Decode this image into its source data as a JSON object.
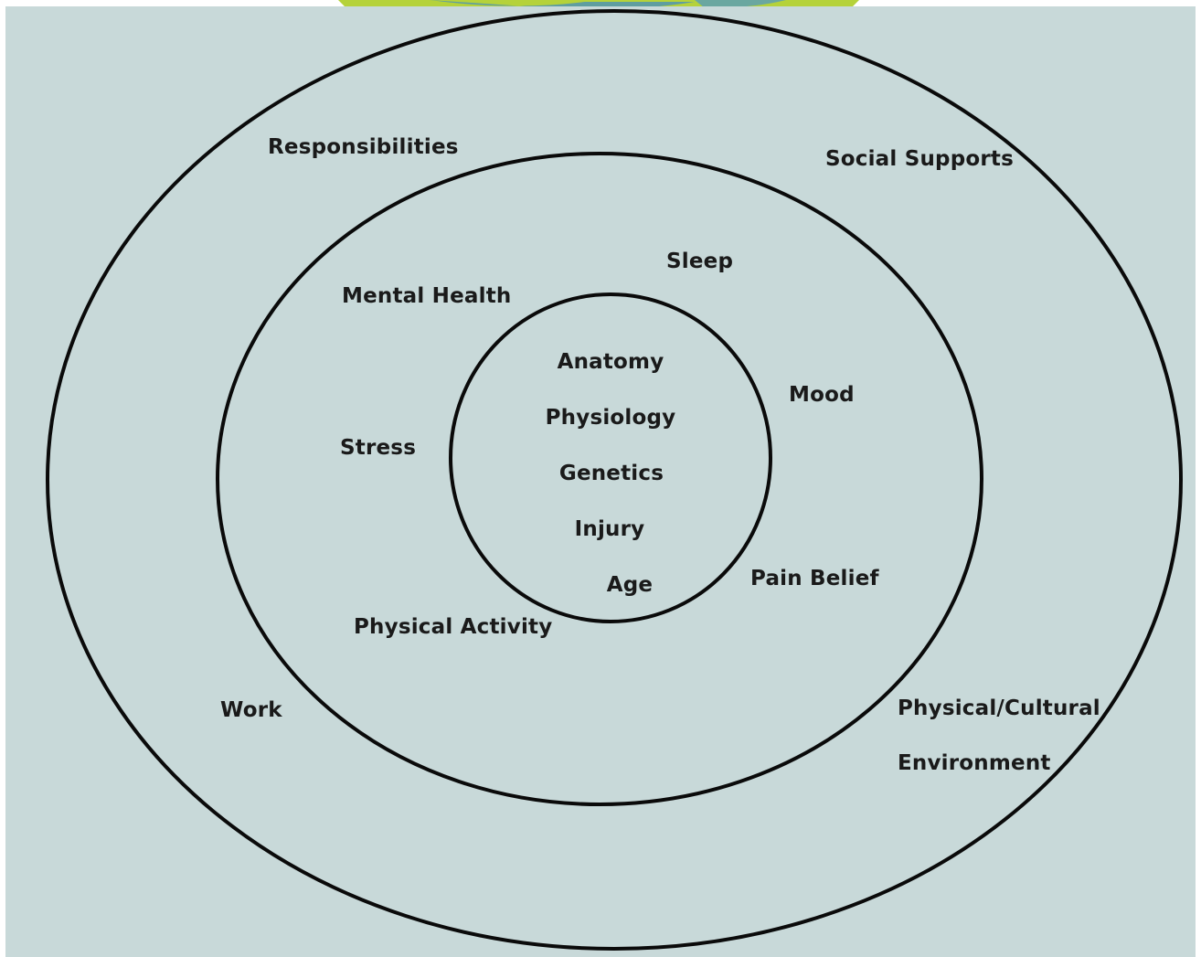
{
  "colors": {
    "background": "#c8d9d9",
    "header_green": "#b5d23a",
    "header_teal": "#5f9ea0",
    "ring_stroke": "#0a0a0a",
    "text": "#1a1a1a"
  },
  "rings": {
    "outer": {
      "labels": [
        "Responsibilities",
        "Social Supports",
        "Work",
        "Physical/Cultural",
        "Environment"
      ]
    },
    "middle": {
      "labels": [
        "Mental Health",
        "Sleep",
        "Mood",
        "Stress",
        "Pain Belief",
        "Physical Activity"
      ]
    },
    "inner": {
      "labels": [
        "Anatomy",
        "Physiology",
        "Genetics",
        "Injury",
        "Age"
      ]
    }
  }
}
